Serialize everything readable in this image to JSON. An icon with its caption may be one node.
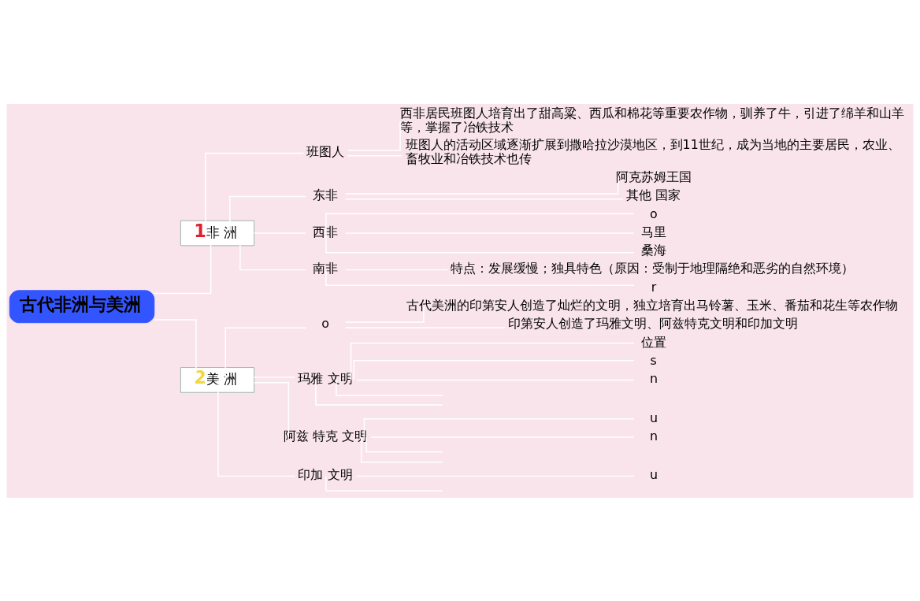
{
  "diagram": {
    "nodes": [
      {
        "text": [
          "古代非洲与美洲"
        ]
      },
      {
        "text": [
          "1",
          "非 洲"
        ]
      },
      {
        "text": [
          "班图人"
        ]
      },
      {
        "text": [
          "西非居民班图人培育出了甜高粱、西瓜和棉花等重要农作物，驯养了牛，引进了绵羊和山羊等，掌握了冶铁技术"
        ]
      },
      {
        "text": [
          "班图人的活动区域逐渐扩展到撒哈拉沙漠地区，到11世纪，成为当地的主要居民，农业、畜牧业和冶铁技术也传"
        ]
      },
      {
        "text": [
          "东非"
        ]
      },
      {
        "text": [
          "阿克苏姆王国"
        ]
      },
      {
        "text": [
          "其他 国家"
        ]
      },
      {
        "text": [
          "西非"
        ]
      },
      {
        "text": [
          "o"
        ]
      },
      {
        "text": [
          "马里"
        ]
      },
      {
        "text": [
          "桑海"
        ]
      },
      {
        "text": [
          "南非"
        ]
      },
      {
        "text": [
          "特点：发展缓慢；独具特色（原因：受制于地理隔绝和恶劣的自然环境）"
        ]
      },
      {
        "text": [
          "r"
        ]
      },
      {
        "text": [
          "2",
          "美 洲"
        ]
      },
      {
        "text": [
          "o"
        ]
      },
      {
        "text": [
          "古代美洲的印第安人创造了灿烂的文明，独立培育出马铃薯、玉米、番茄和花生等农作物"
        ]
      },
      {
        "text": [
          "印第安人创造了玛雅文明、阿兹特克文明和印加文明"
        ]
      },
      {
        "text": [
          "玛雅 文明"
        ]
      },
      {
        "text": [
          "位置"
        ]
      },
      {
        "text": [
          "s"
        ]
      },
      {
        "text": [
          "n"
        ]
      },
      {
        "text": [
          "阿兹 特克 文明"
        ]
      },
      {
        "text": [
          "u"
        ]
      },
      {
        "text": [
          "n"
        ]
      },
      {
        "text": [
          "印加 文明"
        ]
      },
      {
        "text": [
          "u"
        ]
      }
    ],
    "edges": [
      {
        "from": 0,
        "to": 1,
        "arrow": "none"
      },
      {
        "from": 1,
        "to": 2,
        "arrow": "none"
      },
      {
        "from": 2,
        "to": 3,
        "arrow": "none"
      },
      {
        "from": 2,
        "to": 4,
        "arrow": "none"
      },
      {
        "from": 1,
        "to": 5,
        "arrow": "none"
      },
      {
        "from": 5,
        "to": 6,
        "arrow": "none"
      },
      {
        "from": 5,
        "to": 7,
        "arrow": "none"
      },
      {
        "from": 1,
        "to": 8,
        "arrow": "none"
      },
      {
        "from": 8,
        "to": 9,
        "arrow": "none"
      },
      {
        "from": 8,
        "to": 10,
        "arrow": "none"
      },
      {
        "from": 8,
        "to": 11,
        "arrow": "none"
      },
      {
        "from": 1,
        "to": 12,
        "arrow": "none"
      },
      {
        "from": 12,
        "to": 13,
        "arrow": "none"
      },
      {
        "from": 12,
        "to": 14,
        "arrow": "none"
      },
      {
        "from": 0,
        "to": 15,
        "arrow": "none"
      },
      {
        "from": 15,
        "to": 16,
        "arrow": "none"
      },
      {
        "from": 16,
        "to": 17,
        "arrow": "none"
      },
      {
        "from": 16,
        "to": 18,
        "arrow": "none"
      },
      {
        "from": 15,
        "to": 19,
        "arrow": "none"
      },
      {
        "from": 19,
        "to": 20,
        "arrow": "none"
      },
      {
        "from": 19,
        "to": 21,
        "arrow": "none"
      },
      {
        "from": 19,
        "to": 22,
        "arrow": "none"
      },
      {
        "from": 19,
        "to": null,
        "arrow": "none"
      },
      {
        "from": 19,
        "to": null,
        "arrow": "none"
      },
      {
        "from": 15,
        "to": 23,
        "arrow": "none"
      },
      {
        "from": 23,
        "to": 24,
        "arrow": "none"
      },
      {
        "from": 23,
        "to": 25,
        "arrow": "none"
      },
      {
        "from": 23,
        "to": null,
        "arrow": "none"
      },
      {
        "from": 23,
        "to": null,
        "arrow": "none"
      },
      {
        "from": 15,
        "to": 26,
        "arrow": "none"
      },
      {
        "from": 26,
        "to": 27,
        "arrow": "none"
      },
      {
        "from": 26,
        "to": null,
        "arrow": "none"
      }
    ]
  }
}
